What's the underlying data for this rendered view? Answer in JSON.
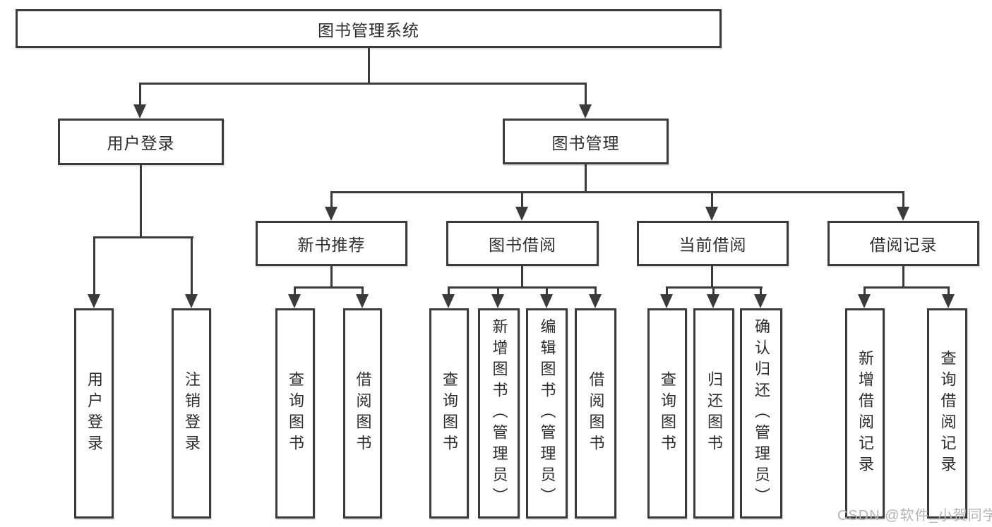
{
  "tree": {
    "root": {
      "label": "图书管理系统",
      "children": [
        {
          "label": "用户登录",
          "children": [
            {
              "label": "用户登录"
            },
            {
              "label": "注销登录"
            }
          ]
        },
        {
          "label": "图书管理",
          "children": [
            {
              "label": "新书推荐",
              "children": [
                {
                  "label": "查询图书"
                },
                {
                  "label": "借阅图书"
                }
              ]
            },
            {
              "label": "图书借阅",
              "children": [
                {
                  "label": "查询图书"
                },
                {
                  "label": "新增图书（管理员）"
                },
                {
                  "label": "编辑图书（管理员）"
                },
                {
                  "label": "借阅图书"
                }
              ]
            },
            {
              "label": "当前借阅",
              "children": [
                {
                  "label": "查询图书"
                },
                {
                  "label": "归还图书"
                },
                {
                  "label": "确认归还（管理员）"
                }
              ]
            },
            {
              "label": "借阅记录",
              "children": [
                {
                  "label": "新增借阅记录"
                },
                {
                  "label": "查询借阅记录"
                }
              ]
            }
          ]
        }
      ]
    }
  },
  "watermark": {
    "text": "CSDN @软件_小贺同学"
  },
  "colors": {
    "line": "#3b3b3b",
    "text": "#2d2d2d",
    "watermark": "#b5b5b5",
    "background": "#ffffff"
  }
}
